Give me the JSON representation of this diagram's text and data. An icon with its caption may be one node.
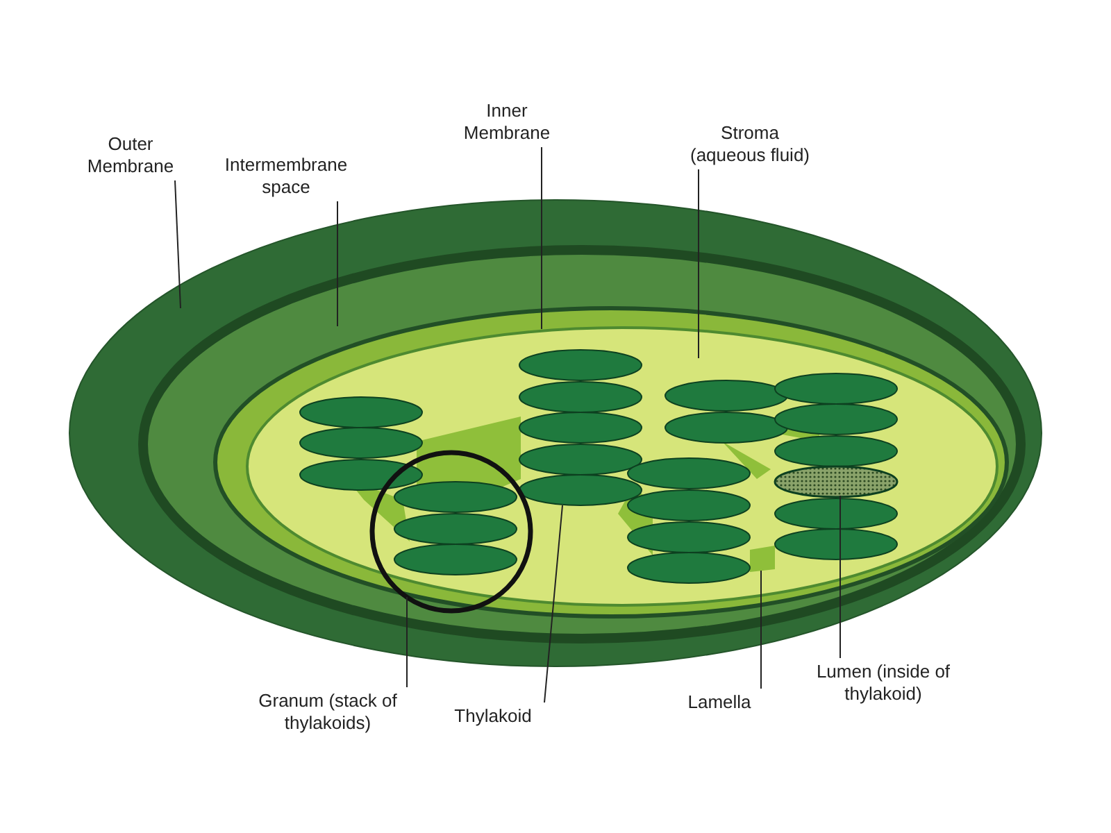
{
  "diagram": {
    "nodes": [
      {
        "text": [
          "Outer Membrane"
        ]
      },
      {
        "text": [
          "Intermembrane space"
        ]
      },
      {
        "text": [
          "Inner Membrane"
        ]
      },
      {
        "text": [
          "Stroma (aqueous fluid)"
        ]
      },
      {
        "text": [
          "Granum (stack of thylakoids)"
        ]
      },
      {
        "text": [
          "Thylakoid"
        ]
      },
      {
        "text": [
          "Lamella"
        ]
      },
      {
        "text": [
          "Lumen (inside of thylakoid)"
        ]
      },
      {
        "text": [],
        "shape": "ellipse"
      },
      {
        "text": [],
        "shape": "ellipse",
        "in": 8
      },
      {
        "text": [],
        "shape": "ellipse",
        "in": 9
      },
      {
        "text": [],
        "shape": "ellipse",
        "in": 10
      },
      {
        "text": [],
        "shape": "circle",
        "in": 11
      },
      {
        "text": [],
        "shape": "ellipse",
        "in": 11
      },
      {
        "text": [],
        "shape": "band",
        "in": 11
      },
      {
        "text": [],
        "shape": "ellipse",
        "in": 11
      }
    ],
    "edges": [
      {
        "from": 0,
        "to": 8,
        "arrow": "none"
      },
      {
        "from": 1,
        "to": 9,
        "arrow": "none"
      },
      {
        "from": 2,
        "to": 10,
        "arrow": "none"
      },
      {
        "from": 3,
        "to": 11,
        "arrow": "none"
      },
      {
        "from": 4,
        "to": 12,
        "arrow": "none"
      },
      {
        "from": 5,
        "to": 13,
        "arrow": "none"
      },
      {
        "from": 6,
        "to": 14,
        "arrow": "none"
      },
      {
        "from": 7,
        "to": 15,
        "arrow": "none"
      }
    ]
  }
}
